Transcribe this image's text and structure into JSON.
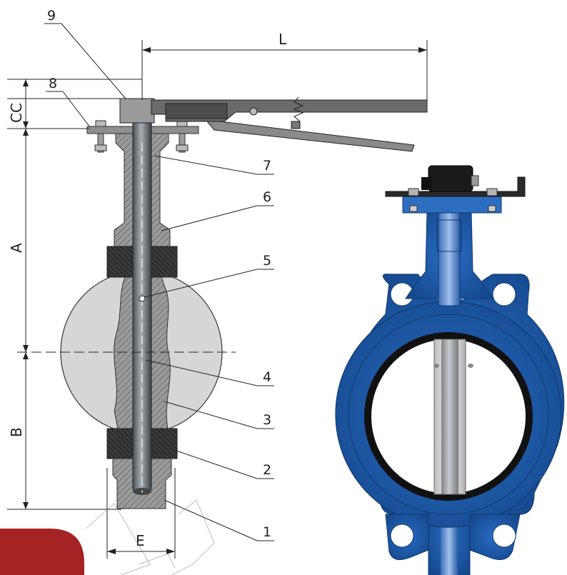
{
  "dimensions": {
    "L": "L",
    "CC": "CC",
    "A": "A",
    "B": "B",
    "E": "E"
  },
  "callouts": [
    "1",
    "2",
    "3",
    "4",
    "5",
    "6",
    "7",
    "8",
    "9"
  ],
  "colors": {
    "valve_blue": "#1f5fb0",
    "valve_blue_dark": "#123f7a",
    "stem_grey": "#8a8f96",
    "disc_grey": "#d9d9d9",
    "body_grey": "#b9b9b9",
    "liner_black": "#111111",
    "badge_red": "#a52323"
  }
}
